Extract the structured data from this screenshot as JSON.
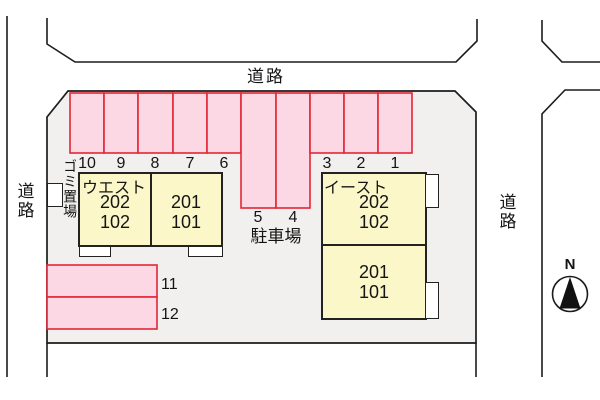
{
  "roads": {
    "top": "道路",
    "left": "道路",
    "right": "道路"
  },
  "compass": {
    "north": "N"
  },
  "parking": {
    "area_label": "駐車場",
    "row_top_left": [
      "10",
      "9",
      "8",
      "7",
      "6"
    ],
    "row_middle": [
      "5",
      "4"
    ],
    "row_top_right": [
      "3",
      "2",
      "1"
    ],
    "side": [
      "11",
      "12"
    ]
  },
  "garbage": {
    "label": "ゴミ置場"
  },
  "buildings": {
    "west": {
      "name": "ウエスト",
      "unit_left": [
        "202",
        "102"
      ],
      "unit_right": [
        "201",
        "101"
      ]
    },
    "east": {
      "name": "イースト",
      "unit_top": [
        "202",
        "102"
      ],
      "unit_bottom": [
        "201",
        "101"
      ]
    }
  },
  "colors": {
    "site_fill": "#f1f0ee",
    "parking_fill": "#fbd8e3",
    "parking_border": "#e32636",
    "building_fill": "#fbf7c8",
    "line": "#1c1c1c"
  }
}
